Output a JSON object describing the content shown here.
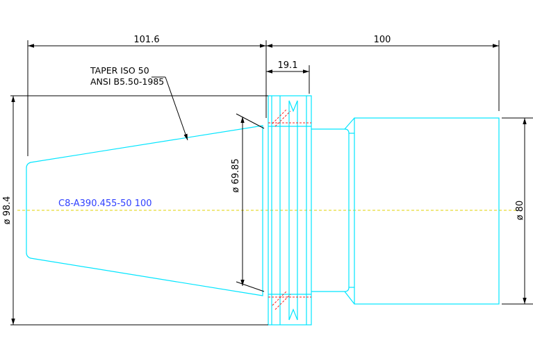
{
  "dimensions": {
    "flange_length": "101.6",
    "shank_length": "100",
    "flange_width": "19.1",
    "taper_diameter": "ø 69.85",
    "overall_diameter": "ø 98.4",
    "shank_diameter": "ø 80"
  },
  "note": {
    "line1": "TAPER ISO 50",
    "line2": "ANSI B5.50-1985"
  },
  "part_number": "C8-A390.455-50 100",
  "colors": {
    "outline": "#00e5ff",
    "centerline": "#e0d000",
    "hatch": "#ff2020",
    "part_label": "#3040ff",
    "dimension": "#000000"
  }
}
